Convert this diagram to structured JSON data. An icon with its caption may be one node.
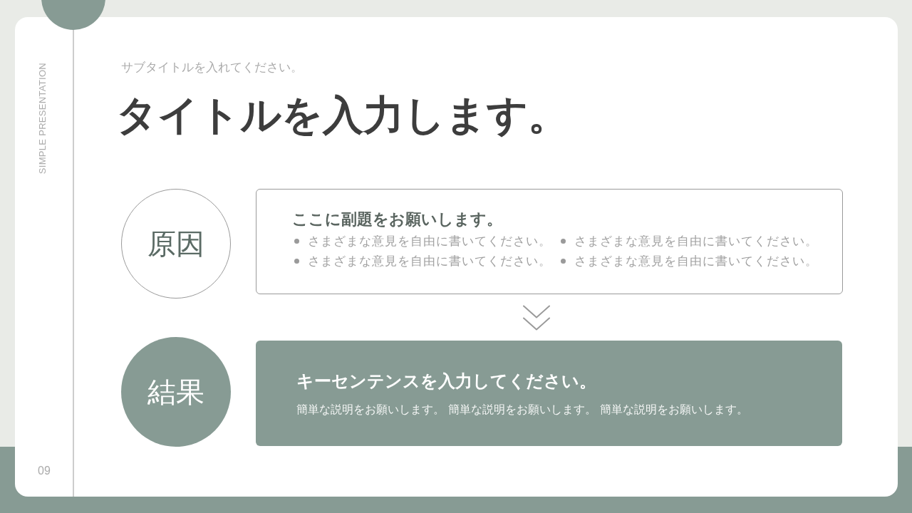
{
  "diagram": {
    "title": "タイトルを入力します。",
    "nodes": [
      {
        "text": [
          "原因"
        ]
      },
      {
        "text": [
          "ここに副題をお願いします。",
          "さまざまな意見を自由に書いてください。",
          "さまざまな意見を自由に書いてください。",
          "さまざまな意見を自由に書いてください。",
          "さまざまな意見を自由に書いてください。"
        ]
      },
      {
        "text": [
          "結果"
        ]
      },
      {
        "text": [
          "キーセンテンスを入力してください。",
          "簡単な説明をお願いします。 簡単な説明をお願いします。 簡単な説明をお願いします。"
        ]
      }
    ],
    "edges": [
      {
        "from": 1,
        "to": 3,
        "arrow": "to"
      }
    ],
    "labels": [
      "サブタイトルを入れてください。",
      "SIMPLE PRESENTATION",
      "09"
    ]
  }
}
